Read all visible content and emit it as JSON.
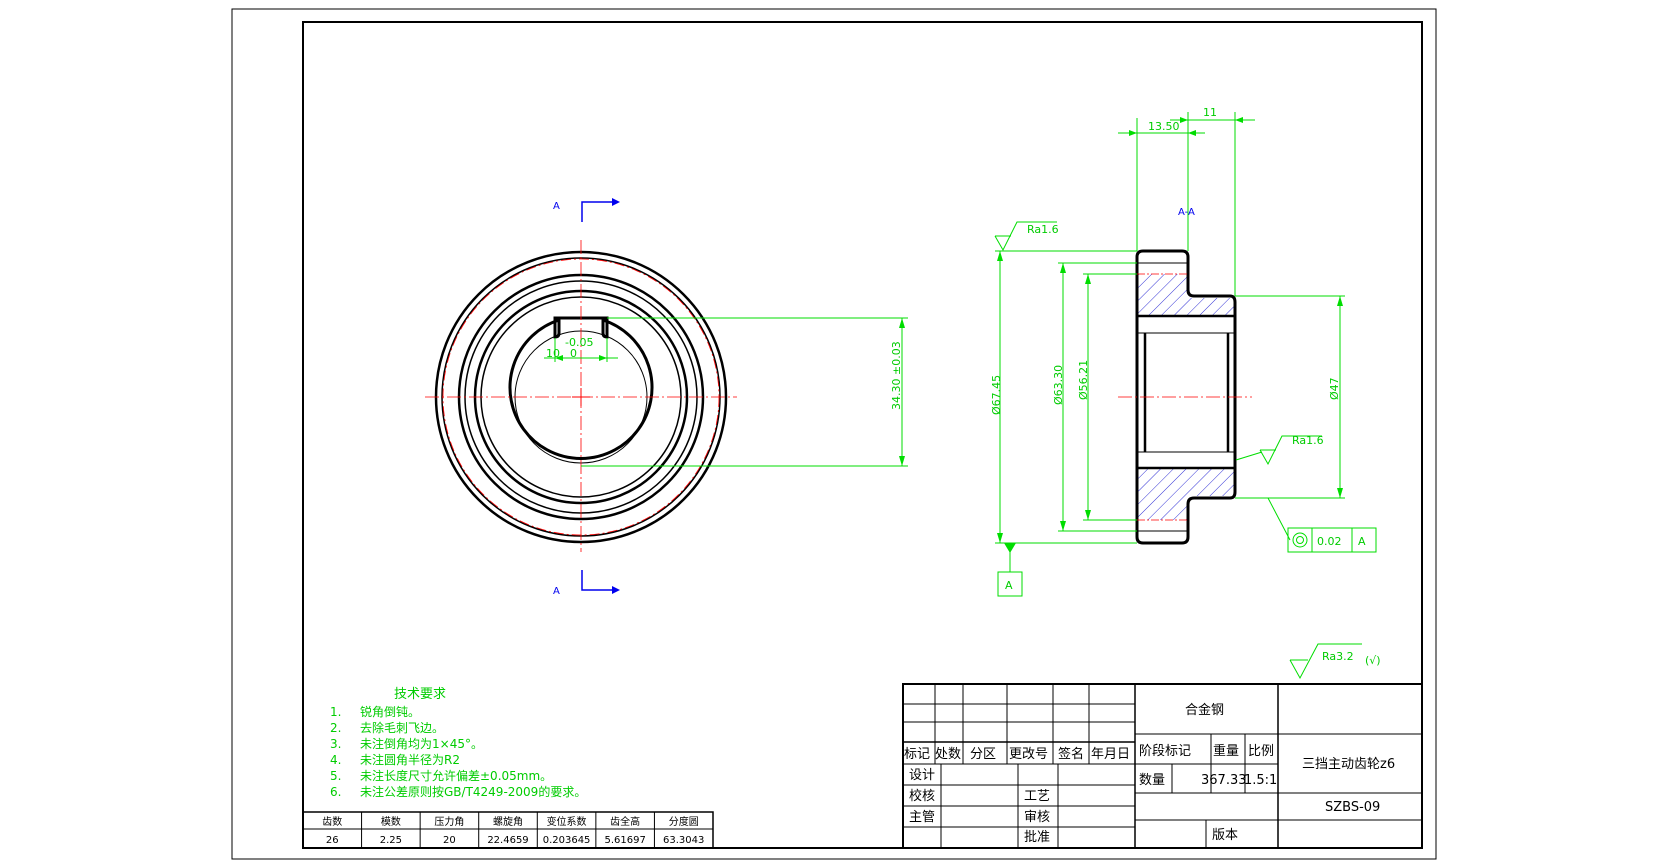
{
  "section": {
    "label": "A",
    "view_label": "A-A"
  },
  "dims": {
    "d_outer": "Ø67.45",
    "d_pitch": "Ø63.30",
    "d_root": "Ø56.21",
    "d_hub": "Ø47",
    "width_total": "13.50",
    "width_hub": "11",
    "key_height": "34.30 ±0.03",
    "key_tol_upper": "-0.05",
    "key_tol_lower": "0",
    "key_width": "10",
    "ra_top": "Ra1.6",
    "ra_bore": "Ra1.6",
    "ra_general": "Ra3.2",
    "ra_general_suffix": "(√)",
    "runout_value": "0.02",
    "runout_datum": "A",
    "datum": "A"
  },
  "tech": {
    "title": "技术要求",
    "items": [
      {
        "num": "1.",
        "text": "锐角倒钝。"
      },
      {
        "num": "2.",
        "text": "去除毛刺飞边。"
      },
      {
        "num": "3.",
        "text": "未注倒角均为1×45°。"
      },
      {
        "num": "4.",
        "text": "未注圆角半径为R2"
      },
      {
        "num": "5.",
        "text": "未注长度尺寸允许偏差±0.05mm。"
      },
      {
        "num": "6.",
        "text": "未注公差原则按GB/T4249-2009的要求。"
      }
    ]
  },
  "gear_table": {
    "headers": [
      "齿数",
      "模数",
      "压力角",
      "螺旋角",
      "变位系数",
      "齿全高",
      "分度圆"
    ],
    "values": [
      "26",
      "2.25",
      "20",
      "22.4659",
      "0.203645",
      "5.61697",
      "63.3043"
    ]
  },
  "title_block": {
    "material": "合金钢",
    "part_name": "三挡主动齿轮z6",
    "drawing_no": "SZBS-09",
    "rev_headers": [
      "标记",
      "处数",
      "分区",
      "更改号",
      "签名",
      "年月日"
    ],
    "stage_label": "阶段标记",
    "weight_label": "重量",
    "scale_label": "比例",
    "qty_label": "数量",
    "weight_value": "367.33",
    "scale_value": "1.5:1",
    "design": "设计",
    "check": "校核",
    "chief": "主管",
    "process": "工艺",
    "review": "审核",
    "approve": "批准",
    "version": "版本"
  }
}
